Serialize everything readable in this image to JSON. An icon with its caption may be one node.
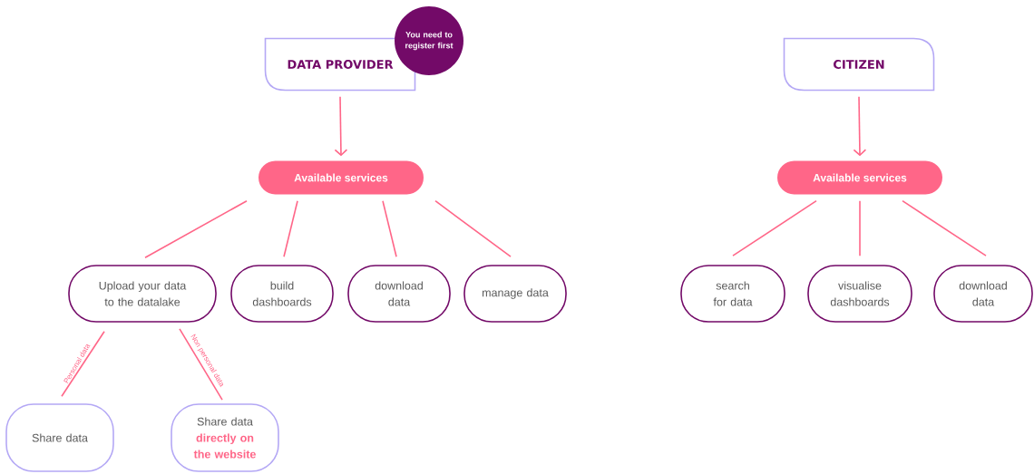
{
  "diagram": {
    "nodes": [
      {
        "text": [
          "DATA PROVIDER"
        ]
      },
      {
        "text": [
          "You need to register first"
        ]
      },
      {
        "text": [
          "Available services"
        ]
      },
      {
        "text": [
          "Upload your data to the datalake"
        ]
      },
      {
        "text": [
          "build dashboards"
        ]
      },
      {
        "text": [
          "download data"
        ]
      },
      {
        "text": [
          "manage data"
        ]
      },
      {
        "text": [
          "Share data"
        ]
      },
      {
        "text": [
          "Share data",
          "directly on the website"
        ]
      },
      {
        "text": [
          "CITIZEN"
        ]
      },
      {
        "text": [
          "Available services"
        ]
      },
      {
        "text": [
          "search for data"
        ]
      },
      {
        "text": [
          "visualise dashboards"
        ]
      },
      {
        "text": [
          "download data"
        ]
      }
    ],
    "edges": [
      {
        "from": 0,
        "to": 2,
        "arrow": "to"
      },
      {
        "from": 2,
        "to": 3,
        "arrow": "none"
      },
      {
        "from": 2,
        "to": 4,
        "arrow": "none"
      },
      {
        "from": 2,
        "to": 5,
        "arrow": "none"
      },
      {
        "from": 2,
        "to": 6,
        "arrow": "none"
      },
      {
        "from": 3,
        "to": 7,
        "arrow": "none",
        "label": "Personal data"
      },
      {
        "from": 3,
        "to": 8,
        "arrow": "none",
        "label": "Non personal data"
      },
      {
        "from": 9,
        "to": 10,
        "arrow": "to"
      },
      {
        "from": 10,
        "to": 11,
        "arrow": "none"
      },
      {
        "from": 10,
        "to": 12,
        "arrow": "none"
      },
      {
        "from": 10,
        "to": 13,
        "arrow": "none"
      }
    ]
  }
}
